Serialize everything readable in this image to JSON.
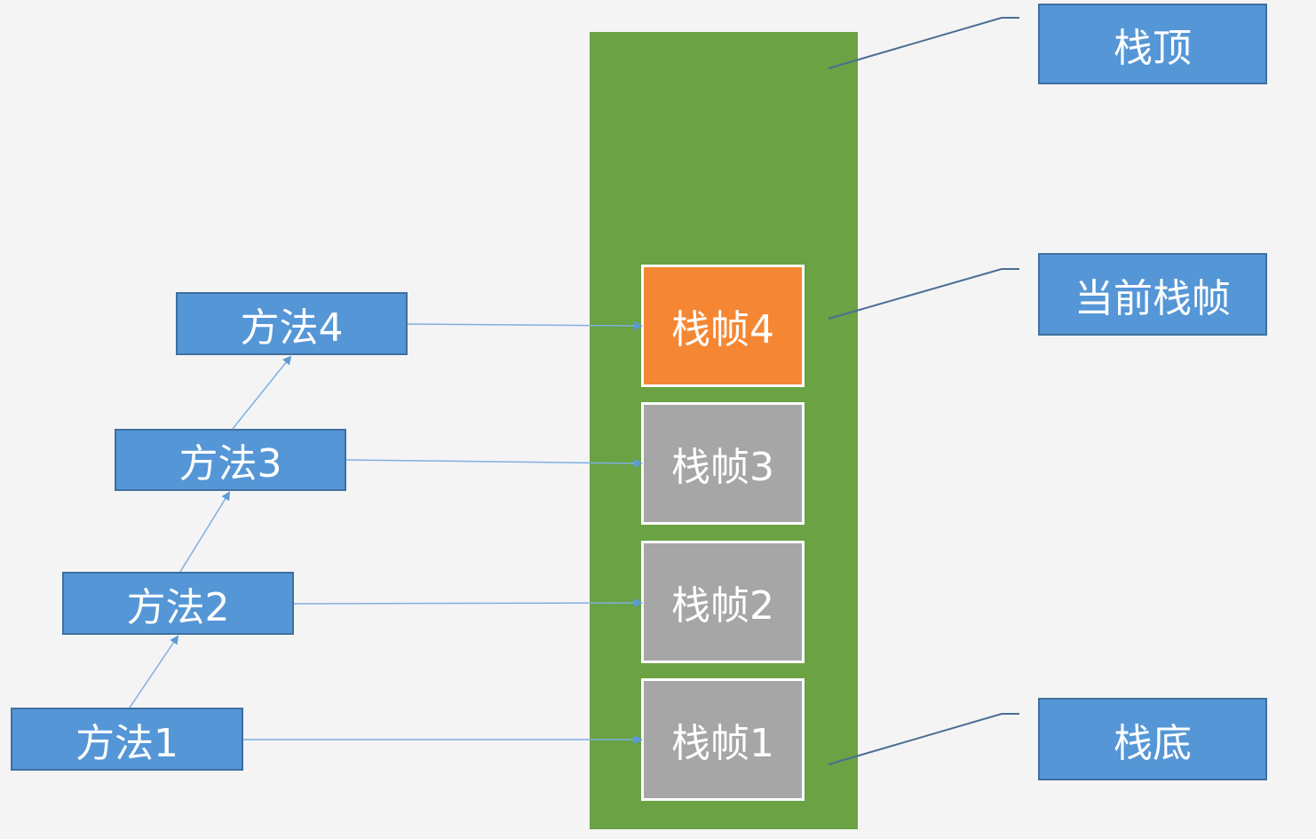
{
  "stack": {
    "fill_color": "#6aa244",
    "frames": [
      {
        "label": "栈帧4",
        "current": true
      },
      {
        "label": "栈帧3",
        "current": false
      },
      {
        "label": "栈帧2",
        "current": false
      },
      {
        "label": "栈帧1",
        "current": false
      }
    ]
  },
  "methods": [
    {
      "label": "方法4"
    },
    {
      "label": "方法3"
    },
    {
      "label": "方法2"
    },
    {
      "label": "方法1"
    }
  ],
  "labels": {
    "top": "栈顶",
    "current_frame": "当前栈帧",
    "bottom": "栈底"
  },
  "colors": {
    "method_blue": "#5596d6",
    "current_frame_orange": "#f58734",
    "frame_gray": "#a6a6a6",
    "connector_line": "#4a6e94",
    "arrow_blue": "#5b9bd5"
  }
}
